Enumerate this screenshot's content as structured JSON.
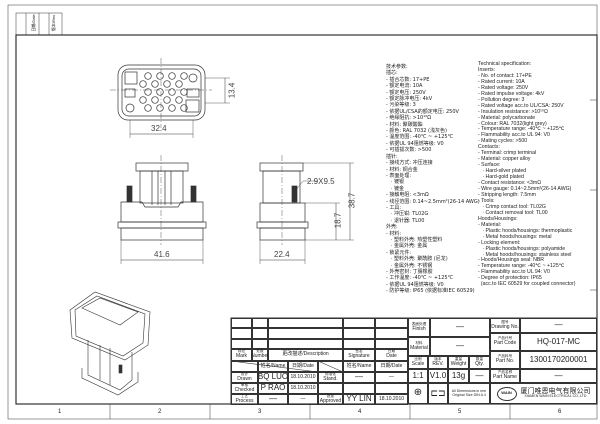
{
  "corner_box": {
    "date_label": "日期/Date",
    "rev_label": "版本/Rev"
  },
  "dimensions": {
    "width_face": "32.4",
    "height_face": "13.4",
    "width_front": "41.6",
    "width_side": "22.4",
    "screw": "2.9X9.5",
    "flange_height": "18.7",
    "total_height": "38.7"
  },
  "spec_en": [
    "Technical specification:",
    "Inserts:",
    "- No. of contact: 17+PE",
    "- Rated current: 10A",
    "- Rated voltage: 250V",
    "- Rated impulse voltage: 4kV",
    "- Pollution degree: 3",
    "- Rated voltage acc.to UL/CSA: 250V",
    "- Insulation resistance: >10¹⁰Ω",
    "- Material: polycarbonate",
    "- Colour: RAL 7032(light grey)",
    "- Temperature range: -40℃ ~ +125℃",
    "- Flammability acc.to UL 94: V0",
    "- Mating cycles: >500",
    "Contacts:",
    "- Terminal: crimp terminal",
    "- Material: copper alloy",
    "- Surface:",
    "   · Hard-silver plated",
    "   · Hard-gold plated",
    "- Contact resistance: <3mΩ",
    "- Wire gauge: 0.14~2.5mm²(26-14 AWG)",
    "- Stripping length: 7.5mm",
    "- Tools:",
    "   · Crimp contact tool: TL02G",
    "   · Contact removal tool: TL00",
    "Hoods/Housings:",
    "- Material:",
    "   · Plastic hoods/housings: thermoplastic",
    "   · Metal hoods/housings: metal",
    "- Locking element:",
    "   · Plastic hoods/housings: polyamide",
    "   · Metal hoods/housings: stainless steel",
    "- Hoods/Housings seal: NBR",
    "- Temperature range: -40℃ ~ +125℃",
    "- Flammability acc.to UL 94: V0",
    "- Degree of protection: IP65",
    "  (acc.to IEC 60529 for coupled connector)"
  ],
  "spec_cn": [
    "技术参数:",
    "插芯:",
    "- 插合芯数: 17+PE",
    "- 额定电流: 10A",
    "- 额定电压: 250V",
    "- 额定脉冲电压: 4kV",
    "- 污染等级: 3",
    "- 依据UL/CSA的额定电压: 250V",
    "- 绝缘阻抗: >10¹⁰Ω",
    "- 材料: 聚碳酸酯",
    "- 颜色: RAL 7032 (浅灰色)",
    "- 温度范围: -40℃ ~ +125℃",
    "- 依据UL 94阻燃等级: V0",
    "- 可插拔次数: >500",
    "插针:",
    "- 接线方式: 冲压连接",
    "- 材料: 铜合金",
    "- 表面处理:",
    "   · 镀银",
    "   · 镀金",
    "- 接触电阻: <3mΩ",
    "- 线径范围: 0.14~2.5mm²(26-14 AWG)",
    "- 工具:",
    "   · 冲压钳: TL02G",
    "   · 退针器: TL00",
    "外壳:",
    "- 材料:",
    "   · 塑料外壳: 热塑性塑料",
    "   · 金属外壳: 金属",
    "- 锁紧元件:",
    "   · 塑料外壳: 聚酰胺 (尼龙)",
    "   · 金属外壳: 不锈钢",
    "- 外壳密封: 丁腈橡胶",
    "- 工作温度: -40℃ ~ +125℃",
    "- 依据UL 94阻燃等级: V0",
    "- 防护等级: IP65 (依据标准IEC 60529)"
  ],
  "title_block": {
    "mark": {
      "zh": "标记",
      "en": "Mark"
    },
    "number": {
      "zh": "处数",
      "en": "Number"
    },
    "description": "更改描述/Description",
    "signature": {
      "zh": "签名",
      "en": "Signature"
    },
    "date": {
      "zh": "日期",
      "en": "Date"
    },
    "name_header": "姓名/Name",
    "date_header": "日期/Date",
    "drawn": {
      "zh": "设计",
      "en": "Drawn",
      "name": "BQ LUO",
      "date": "18.10.2010"
    },
    "checked": {
      "zh": "审核",
      "en": "Checked",
      "name": "P RAO",
      "date": "18.10.2010"
    },
    "process": {
      "zh": "工艺",
      "en": "Process",
      "name": "—",
      "date": "—"
    },
    "stand": {
      "zh": "标准化",
      "en": "Stand.",
      "name": "—",
      "date": "—"
    },
    "approved": {
      "zh": "批准",
      "en": "Approved",
      "name": "YY LIN",
      "date": "18.10.2010"
    },
    "finish": {
      "zh": "表面处理",
      "en": "Finish",
      "value": "—"
    },
    "material": {
      "zh": "材料",
      "en": "Material",
      "value": "—"
    },
    "scale": {
      "zh": "比例",
      "en": "Scale",
      "value": "1:1"
    },
    "rev": {
      "zh": "版本",
      "en": "REV.",
      "value": "V1.0"
    },
    "weight": {
      "zh": "重量",
      "en": "Weight",
      "value": "13g"
    },
    "qty": {
      "zh": "数量",
      "en": "Qty.",
      "value": "—"
    },
    "units_note": "All Dimensions in mm\nOriginal Size DIN A 4",
    "drawing_no": {
      "zh": "图号",
      "en": "Drawing No.",
      "value": "—"
    },
    "part_code": {
      "zh": "产品代号",
      "en": "Part Code",
      "value": "HQ-017-MC"
    },
    "part_no": {
      "zh": "产品料号",
      "en": "Part No.",
      "value": "1300170200001"
    },
    "part_name": {
      "zh": "产品名称",
      "en": "Part Name",
      "value": "—"
    },
    "company_zh": "厦门唯恩电气有限公司",
    "company_en": "XIAMEN WAIN ELECTRICAL CO.,LTD",
    "logo_text": "WAIN"
  },
  "zone_numbers": [
    "1",
    "2",
    "3",
    "4",
    "5",
    "6"
  ]
}
